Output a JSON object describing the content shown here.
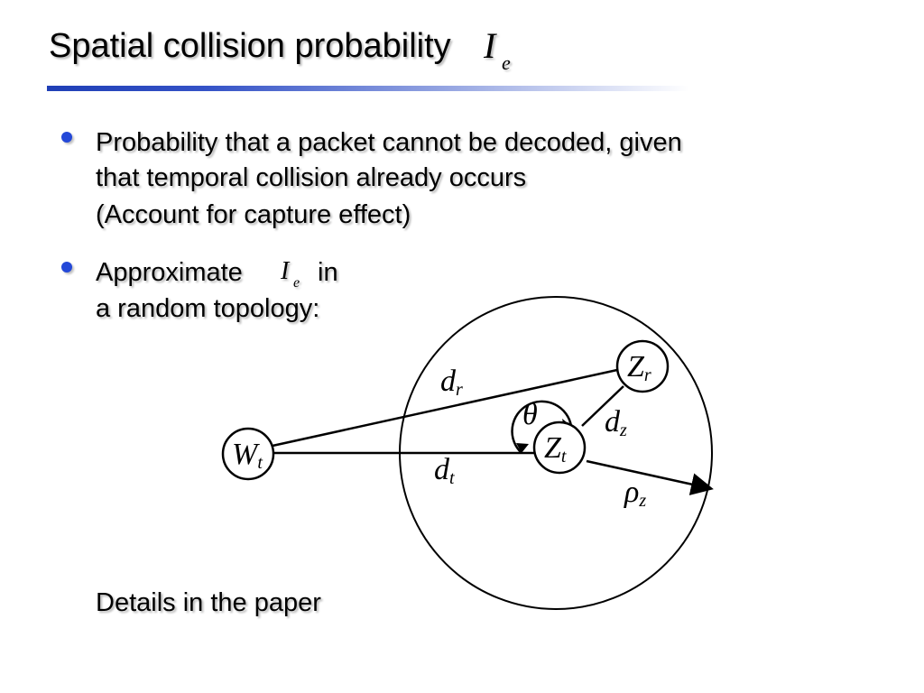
{
  "slide": {
    "title": "Spatial collision probability",
    "title_symbol": "I",
    "title_symbol_sub": "e"
  },
  "bullets": [
    {
      "lines": [
        "Probability that a packet cannot be decoded, given",
        "that temporal collision already occurs",
        "(Account for capture effect)"
      ]
    },
    {
      "lines": [
        "Approximate",
        "in",
        "a random topology:"
      ],
      "symbol": "I",
      "symbol_sub": "e"
    }
  ],
  "diagram": {
    "nodes": [
      {
        "main": "W",
        "sub": "t"
      },
      {
        "main": "Z",
        "sub": "t"
      },
      {
        "main": "Z",
        "sub": "r"
      }
    ],
    "labels": [
      {
        "main": "d",
        "sub": "r"
      },
      {
        "main": "d",
        "sub": "t"
      },
      {
        "main": "d",
        "sub": "z"
      },
      {
        "main": "ρ",
        "sub": "z"
      },
      {
        "main": "θ",
        "sub": ""
      }
    ]
  },
  "footer": {
    "note": "Details in the paper"
  },
  "colors": {
    "bullet": "#2448d8",
    "rule_start": "#1f3fb6",
    "rule_end": "#ffffff"
  }
}
